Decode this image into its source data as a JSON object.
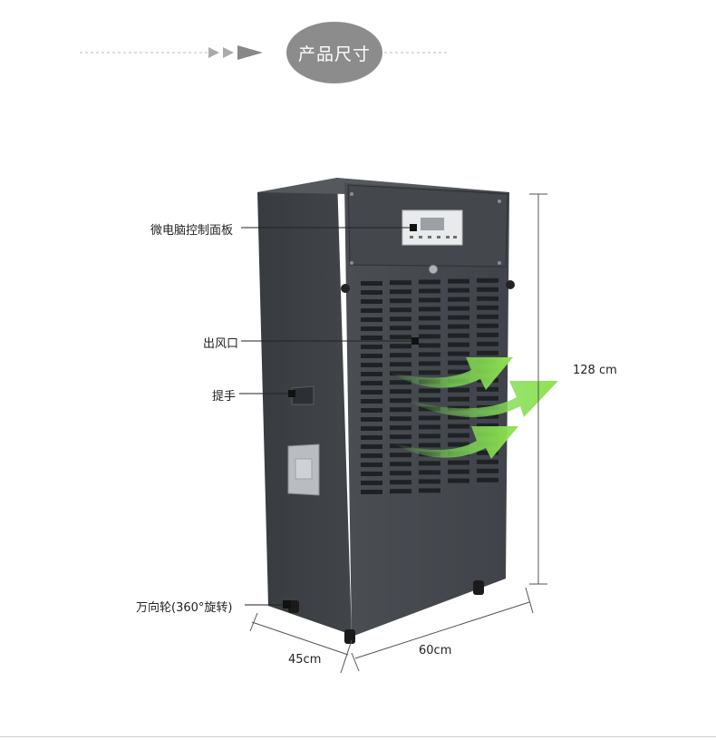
{
  "header": {
    "title": "产品尺寸"
  },
  "labels": {
    "control_panel": "微电脑控制面板",
    "air_outlet": "出风口",
    "handle": "提手",
    "caster": "万向轮(360°旋转)"
  },
  "dimensions": {
    "height": "128 cm",
    "depth": "45cm",
    "width": "60cm"
  },
  "colors": {
    "body": "#3f4347",
    "front": "#474b50",
    "airflow": "#7ed957",
    "title_bg": "#8c8c8c"
  }
}
